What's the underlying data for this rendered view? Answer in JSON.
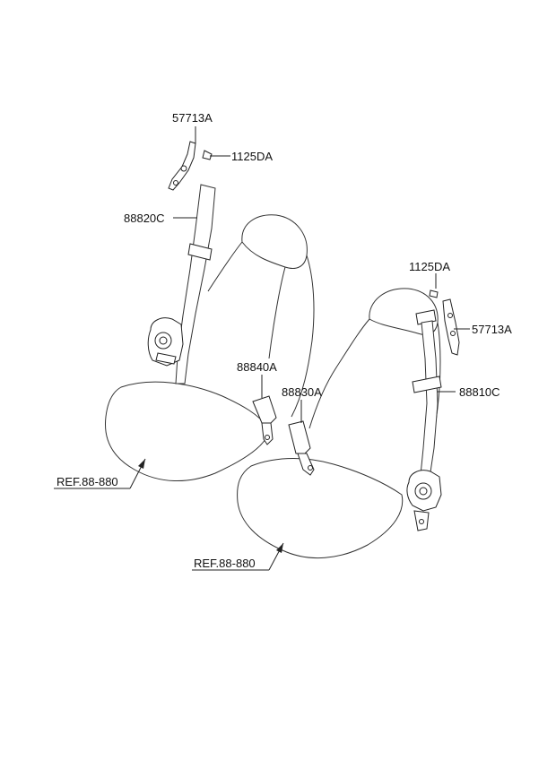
{
  "labels": {
    "anchor_left": "57713A",
    "bolt_left": "1125DA",
    "belt_left": "88820C",
    "buckle_left": "88840A",
    "buckle_right": "88830A",
    "bolt_right": "1125DA",
    "anchor_right": "57713A",
    "belt_right": "88810C",
    "ref_left": "REF.88-880",
    "ref_right": "REF.88-880"
  }
}
